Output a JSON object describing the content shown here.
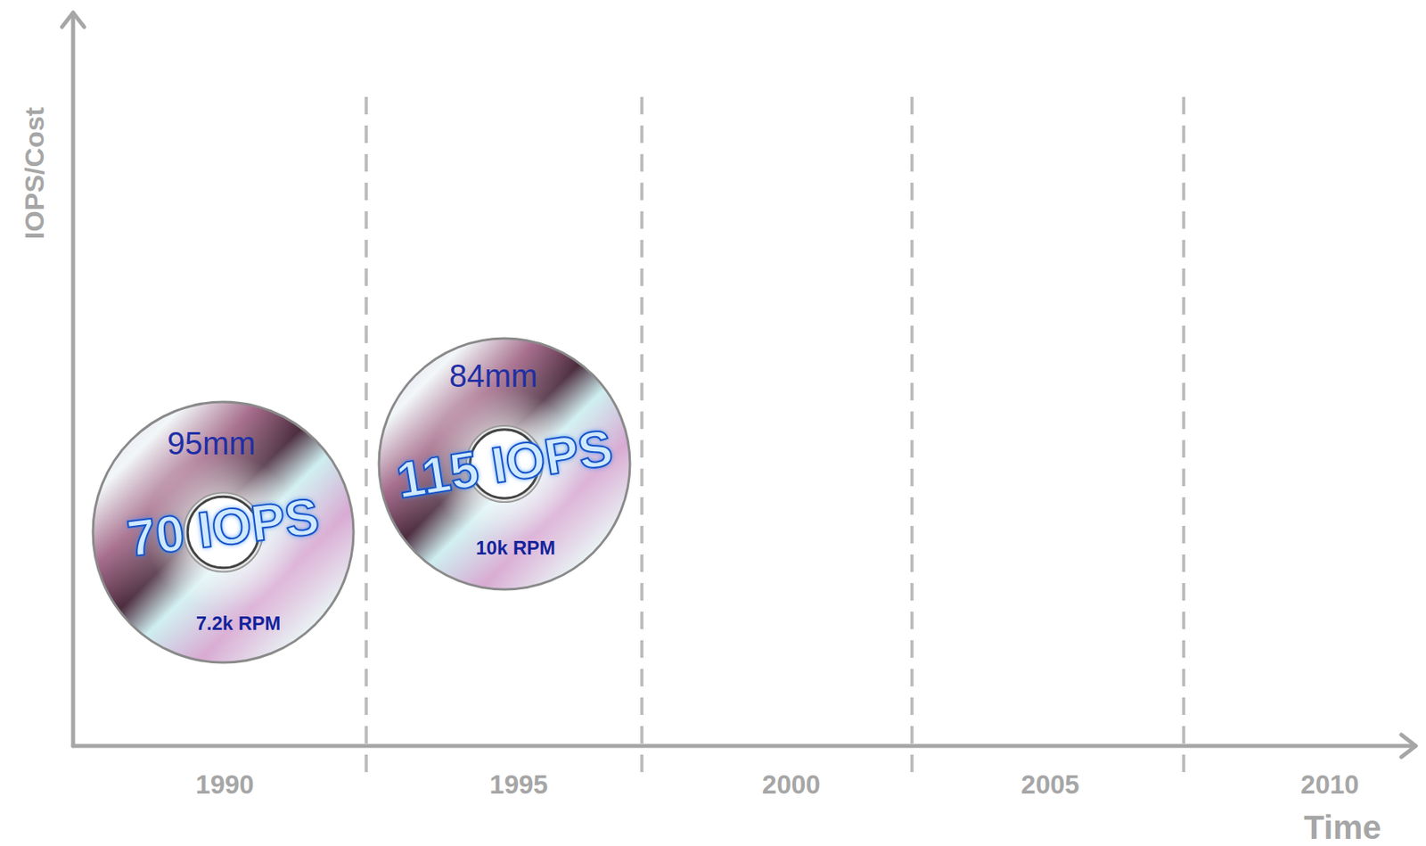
{
  "diagram": {
    "nodes": [
      {
        "text": [
          "95mm",
          "70 IOPS",
          "7.2k RPM"
        ]
      },
      {
        "text": [
          "84mm",
          "115 IOPS",
          "10k RPM"
        ]
      }
    ],
    "labels": [
      "IOPS/Cost",
      "1990",
      "1995",
      "2000",
      "2005",
      "2010",
      "Time"
    ]
  }
}
